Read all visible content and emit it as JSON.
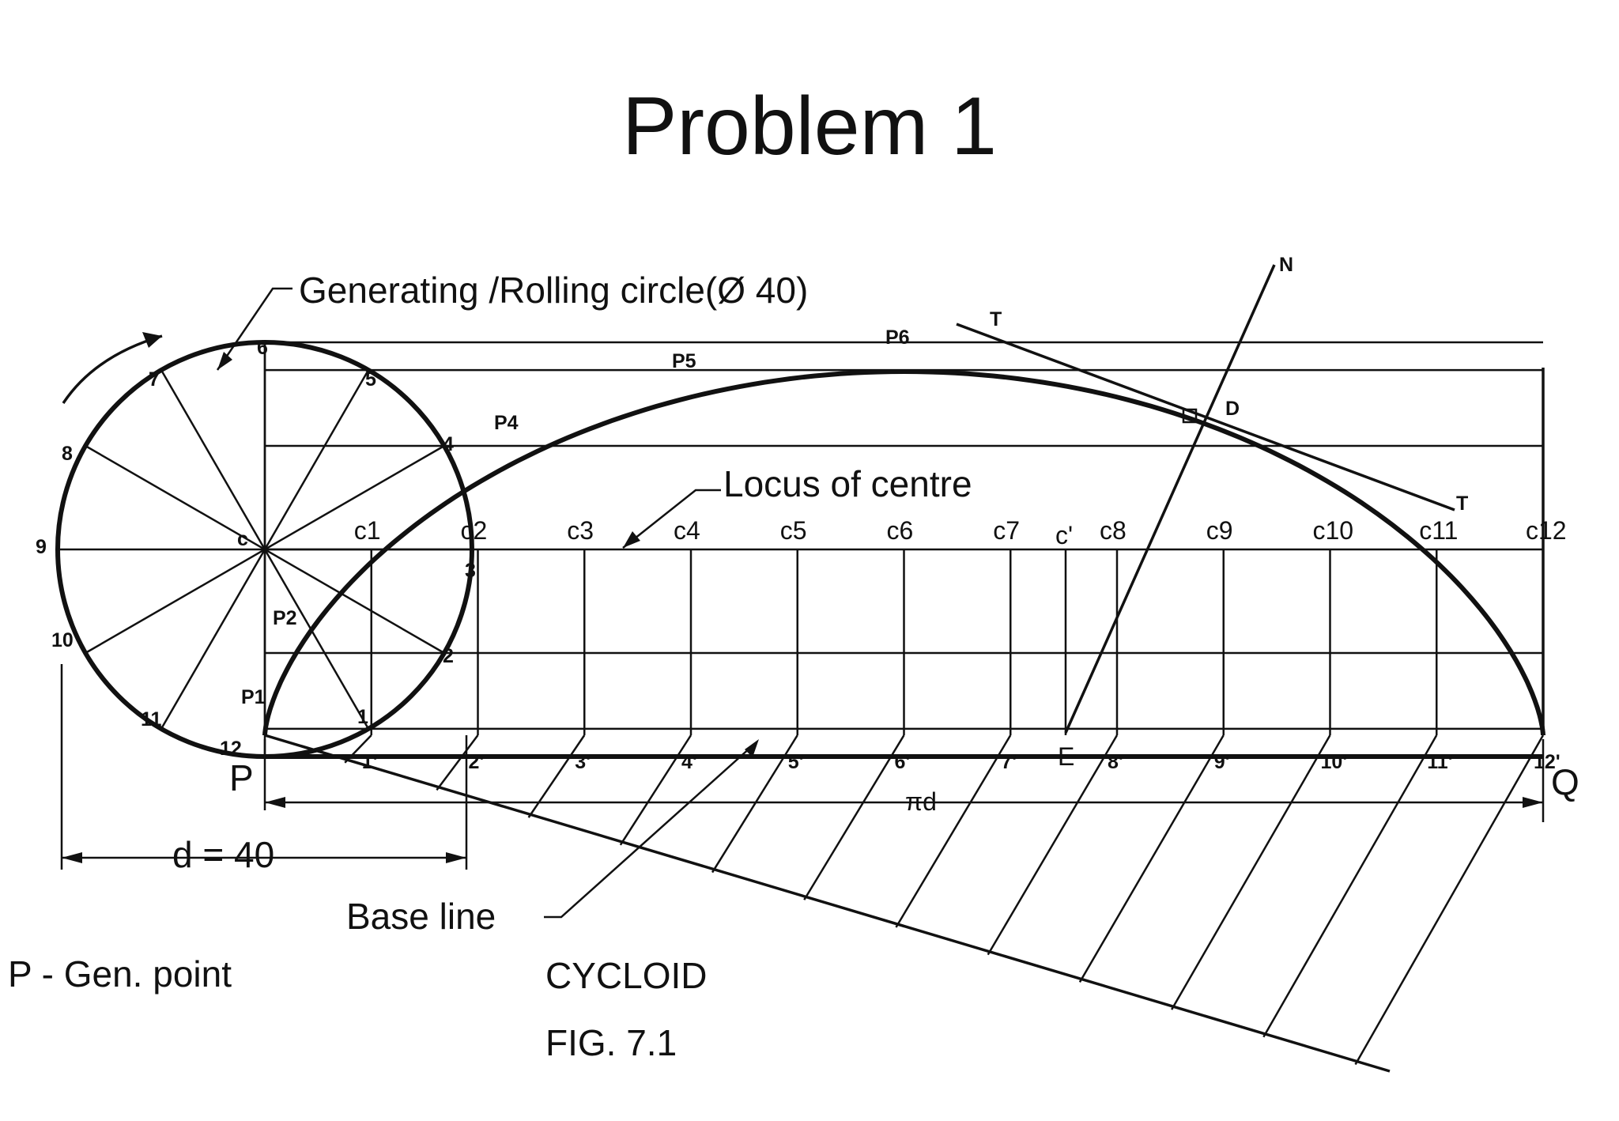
{
  "slide": {
    "title": "Problem 1"
  },
  "figure": {
    "circle_label": "Generating /Rolling circle(Ø 40)",
    "locus_label": "Locus of centre",
    "base_label": "Base line",
    "gen_point_label": "P - Gen. point",
    "caption_name": "CYCLOID",
    "caption_fig": "FIG. 7.1",
    "diameter_label": "d = 40",
    "pi_d_label": "πd",
    "point_labels": {
      "P": "P",
      "Q": "Q",
      "E": "E",
      "N": "N",
      "T_top": "T",
      "T_bottom": "T",
      "D": "D",
      "c": "c",
      "c_prime": "c'",
      "P1": "P1",
      "P2": "P2",
      "P4": "P4",
      "P5": "P5",
      "P6": "P6"
    },
    "circle_numbers": [
      "1",
      "2",
      "3",
      "4",
      "5",
      "6",
      "7",
      "8",
      "9",
      "10",
      "11",
      "12"
    ],
    "base_divisions": [
      "1'",
      "2'",
      "3'",
      "4'",
      "5'",
      "6'",
      "7'",
      "8'",
      "9'",
      "10'",
      "11'",
      "12'"
    ],
    "centre_labels": [
      "c1",
      "c2",
      "c3",
      "c4",
      "c5",
      "c6",
      "c7",
      "c8",
      "c9",
      "c10",
      "c11",
      "c12"
    ],
    "divisions": 12,
    "diameter": 40
  }
}
